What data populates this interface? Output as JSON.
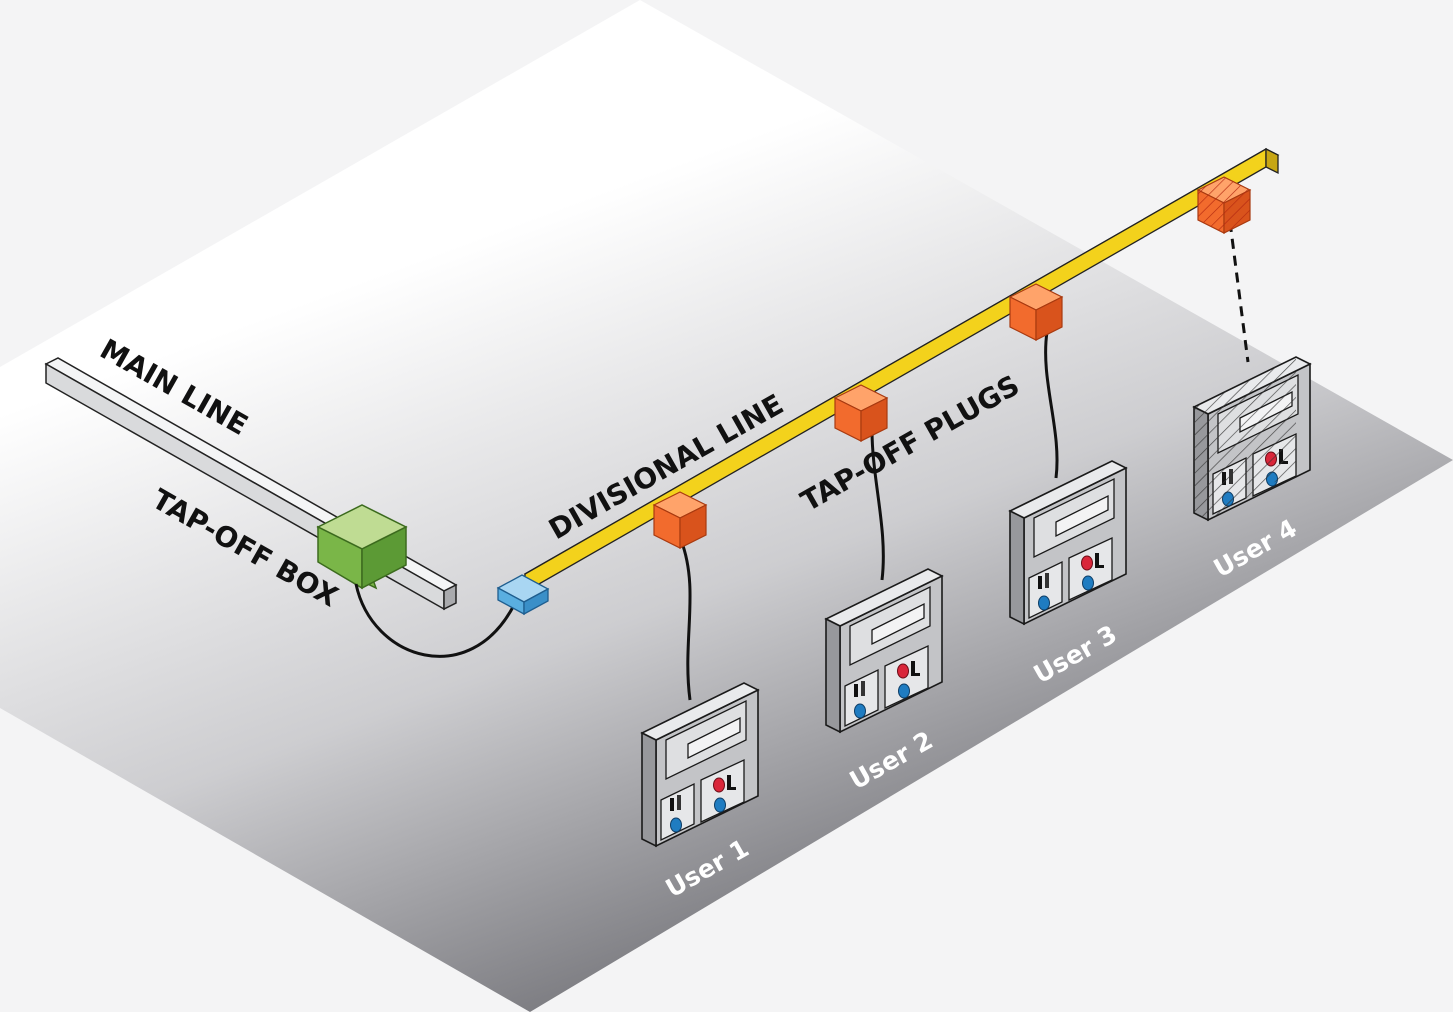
{
  "labels": {
    "main_line": "MAIN LINE",
    "tap_off_box": "TAP-OFF BOX",
    "divisional_line": "DIVISIONAL LINE",
    "tap_off_plugs": "TAP-OFF PLUGS"
  },
  "users": [
    {
      "label": "User 1",
      "style": "solid"
    },
    {
      "label": "User 2",
      "style": "solid"
    },
    {
      "label": "User 3",
      "style": "solid"
    },
    {
      "label": "User 4",
      "style": "hatched-dashed"
    }
  ],
  "colors": {
    "main_line": "#e3e4e6",
    "tap_off_box": "#7ab648",
    "divisional_line": "#f3df1c",
    "tap_off_plug": "#f26b2d",
    "connector": "#5aaee0",
    "socket_red": "#d9263a",
    "socket_blue": "#1f7cc1"
  }
}
